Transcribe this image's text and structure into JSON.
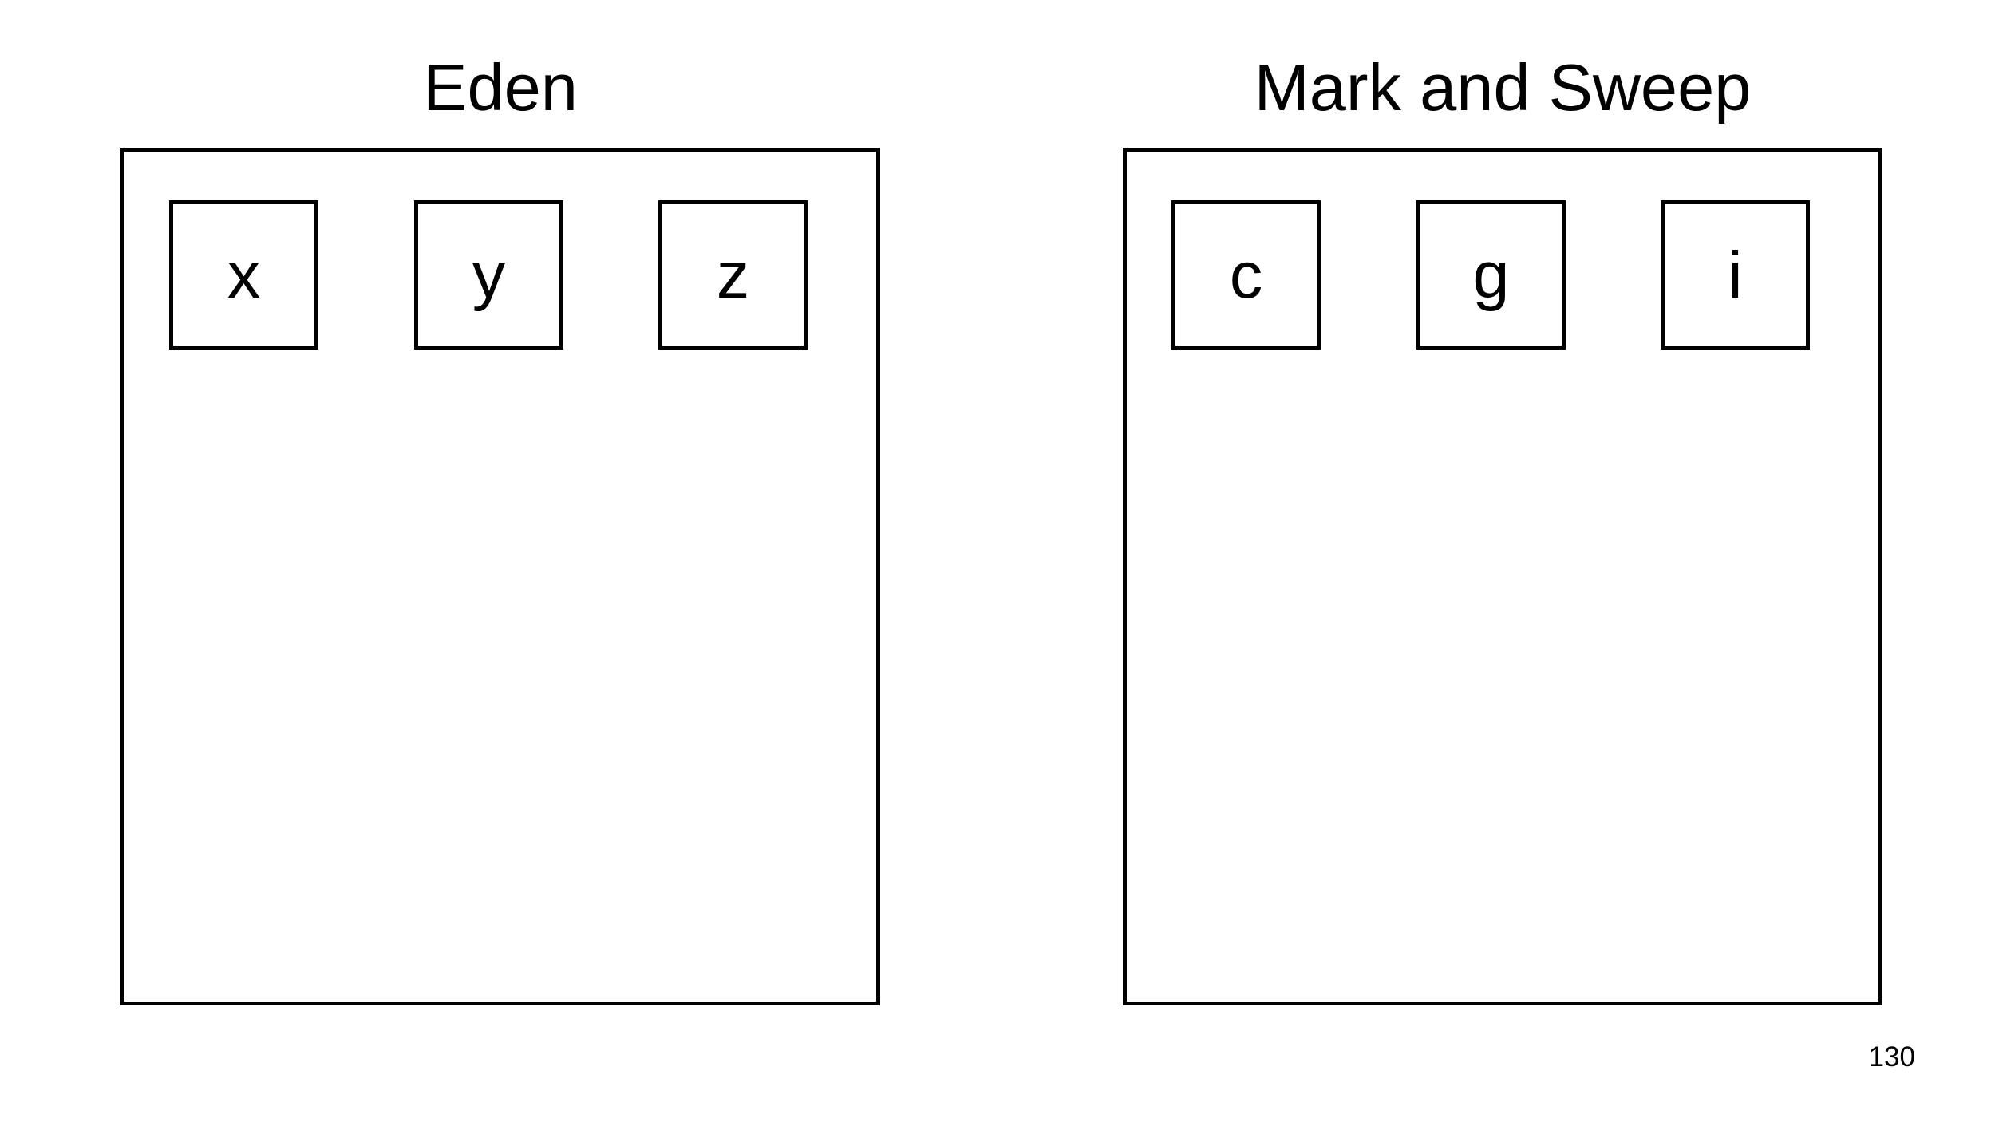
{
  "regions": [
    {
      "title": "Eden",
      "objects": [
        "x",
        "y",
        "z"
      ]
    },
    {
      "title": "Mark and Sweep",
      "objects": [
        "c",
        "g",
        "i"
      ]
    }
  ],
  "page_number": "130",
  "colors": {
    "stroke": "#000000",
    "background": "#ffffff"
  }
}
